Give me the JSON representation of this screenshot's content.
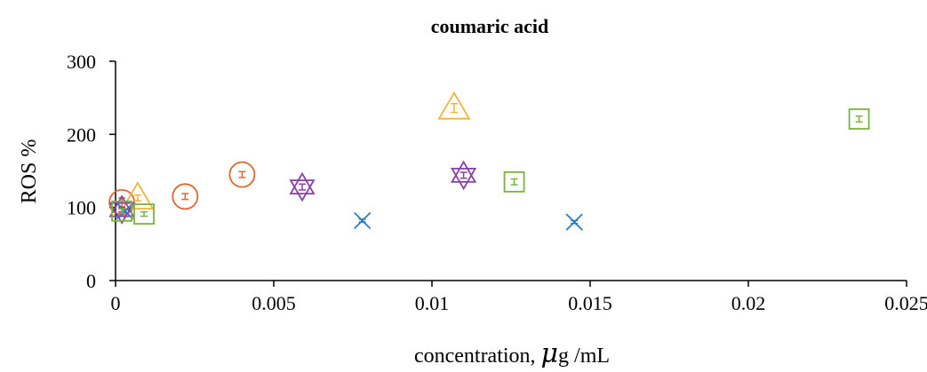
{
  "chart_data": {
    "type": "scatter",
    "title": "coumaric acid",
    "xlabel_pre": "concentration, ",
    "xlabel_mu": "μ",
    "xlabel_post": "g /mL",
    "ylabel": "ROS %",
    "xlim": [
      0,
      0.025
    ],
    "ylim": [
      0,
      300
    ],
    "x_ticks": [
      0,
      0.005,
      0.01,
      0.015,
      0.02,
      0.025
    ],
    "x_tick_labels": [
      "0",
      "0.005",
      "0.01",
      "0.015",
      "0.02",
      "0.025"
    ],
    "y_ticks": [
      0,
      100,
      200,
      300
    ],
    "y_tick_labels": [
      "0",
      "100",
      "200",
      "300"
    ],
    "grid": false,
    "legend": "none",
    "series": [
      {
        "marker": "circle",
        "color": "#E2662E",
        "points": [
          {
            "x": 0.0002,
            "y": 107,
            "err": 6
          },
          {
            "x": 0.0022,
            "y": 115,
            "err": 4
          },
          {
            "x": 0.004,
            "y": 145,
            "err": 4
          }
        ]
      },
      {
        "marker": "triangle",
        "color": "#F0B43A",
        "points": [
          {
            "x": 0.0007,
            "y": 113,
            "err": 4
          },
          {
            "x": 0.0107,
            "y": 236,
            "err": 6
          }
        ]
      },
      {
        "marker": "star6",
        "color": "#8A3FA6",
        "points": [
          {
            "x": 0.0002,
            "y": 97,
            "err": 3
          },
          {
            "x": 0.0059,
            "y": 128,
            "err": 4
          },
          {
            "x": 0.011,
            "y": 144,
            "err": 4
          }
        ]
      },
      {
        "marker": "x",
        "color": "#2E7BC0",
        "points": [
          {
            "x": 0.0003,
            "y": 95,
            "err": 2
          },
          {
            "x": 0.0078,
            "y": 82,
            "err": 2
          },
          {
            "x": 0.0145,
            "y": 80,
            "err": 2
          }
        ]
      },
      {
        "marker": "square",
        "color": "#7BB23F",
        "points": [
          {
            "x": 0.0002,
            "y": 95,
            "err": 3
          },
          {
            "x": 0.0009,
            "y": 91,
            "err": 3
          },
          {
            "x": 0.0126,
            "y": 135,
            "err": 4
          },
          {
            "x": 0.0235,
            "y": 221,
            "err": 4
          }
        ]
      }
    ]
  }
}
